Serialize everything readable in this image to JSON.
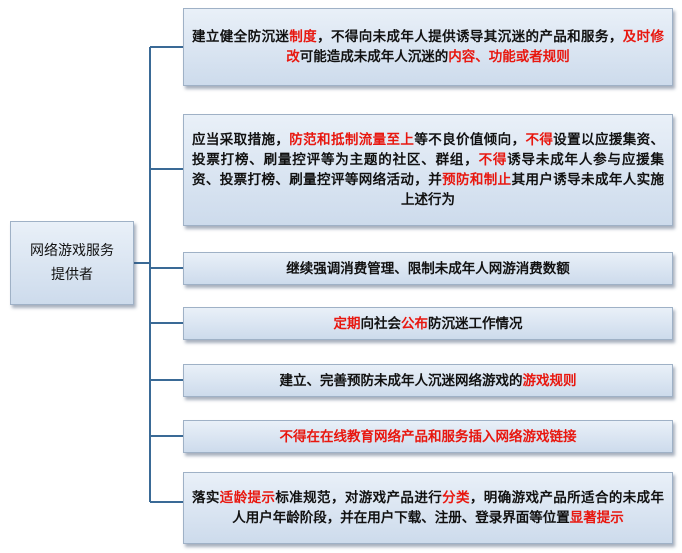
{
  "root": {
    "line1": "网络游戏服务",
    "line2": "提供者"
  },
  "items": [
    {
      "segments": [
        {
          "t": "建立健全防沉迷",
          "c": "n"
        },
        {
          "t": "制度",
          "c": "r"
        },
        {
          "t": "，不得向未成年人提供诱导其沉迷的产品和服务，",
          "c": "n"
        },
        {
          "t": "及时修改",
          "c": "r"
        },
        {
          "t": "可能造成未成年人沉迷的",
          "c": "n"
        },
        {
          "t": "内容、功能或者规则",
          "c": "r"
        }
      ]
    },
    {
      "segments": [
        {
          "t": "应当采取措施，",
          "c": "n"
        },
        {
          "t": "防范和抵制流量至上",
          "c": "r"
        },
        {
          "t": "等不良价值倾向，",
          "c": "n"
        },
        {
          "t": "不得",
          "c": "r"
        },
        {
          "t": "设置以应援集资、投票打榜、刷量控评等为主题的社区、群组，",
          "c": "n"
        },
        {
          "t": "不得",
          "c": "r"
        },
        {
          "t": "诱导未成年人参与应援集资、投票打榜、刷量控评等网络活动，并",
          "c": "n"
        },
        {
          "t": "预防和制止",
          "c": "r"
        },
        {
          "t": "其用户诱导未成年人实施上述行为",
          "c": "n"
        }
      ]
    },
    {
      "segments": [
        {
          "t": "继续强调消费管理、限制未成年人网游消费数额",
          "c": "n"
        }
      ]
    },
    {
      "segments": [
        {
          "t": "定期",
          "c": "r"
        },
        {
          "t": "向社会",
          "c": "n"
        },
        {
          "t": "公布",
          "c": "r"
        },
        {
          "t": "防沉迷工作情况",
          "c": "n"
        }
      ]
    },
    {
      "segments": [
        {
          "t": "建立、完善预防未成年人沉迷网络游戏的",
          "c": "n"
        },
        {
          "t": "游戏规则",
          "c": "r"
        }
      ]
    },
    {
      "segments": [
        {
          "t": "不得在在线教育网络产品和服务插入网络游戏链接",
          "c": "r"
        }
      ]
    },
    {
      "segments": [
        {
          "t": "落实",
          "c": "n"
        },
        {
          "t": "适龄提示",
          "c": "r"
        },
        {
          "t": "标准规范，对游戏产品进行",
          "c": "n"
        },
        {
          "t": "分类",
          "c": "r"
        },
        {
          "t": "，明确游戏产品所适合的未成年人用户年龄阶段，并在用户下载、注册、登录界面等位置",
          "c": "n"
        },
        {
          "t": "显著提示",
          "c": "r"
        }
      ]
    }
  ],
  "colors": {
    "highlight": "#e8170f",
    "line": "#3a6a96",
    "box_top": "#e9f0f8",
    "box_bottom": "#cddbec"
  }
}
